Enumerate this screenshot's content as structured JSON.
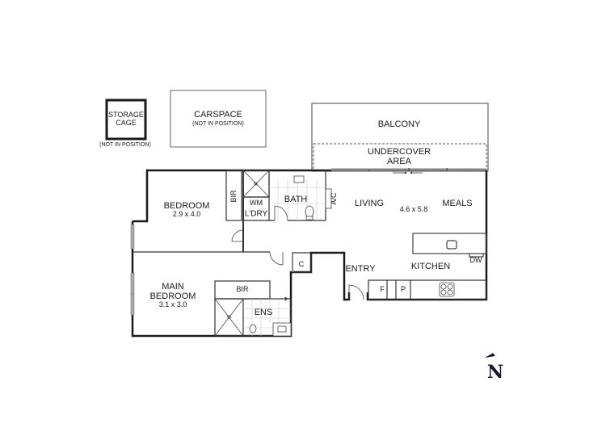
{
  "floorplan": {
    "outbuildings": {
      "storage_cage": {
        "label_line1": "STORAGE",
        "label_line2": "CAGE",
        "note": "(NOT IN POSITION)"
      },
      "carspace": {
        "label": "CARSPACE",
        "note": "(NOT IN POSITION)"
      }
    },
    "outdoor": {
      "balcony": "BALCONY",
      "undercover_line1": "UNDERCOVER",
      "undercover_line2": "AREA"
    },
    "rooms": {
      "bedroom": {
        "name": "BEDROOM",
        "dims": "2.9 x 4.0"
      },
      "bir_1": "BIR",
      "wm": "WM",
      "laundry": "L'DRY",
      "bath": "BATH",
      "ac": "A/C",
      "living": "LIVING",
      "living_dims": "4.6 x 5.8",
      "meals": "MEALS",
      "kitchen": "KITCHEN",
      "dw": "DW",
      "entry": "ENTRY",
      "fridge": "F",
      "pantry": "P",
      "cupboard": "C",
      "main_bedroom": {
        "name_line1": "MAIN",
        "name_line2": "BEDROOM",
        "dims": "3.1 x 3.0"
      },
      "bir_2": "BIR",
      "ensuite": "ENS"
    },
    "compass": {
      "letter": "N"
    },
    "colors": {
      "wall": "#1a1a1a",
      "thin": "#555555",
      "window": "#9a9a9a",
      "tile": "#c8c8c8"
    }
  }
}
